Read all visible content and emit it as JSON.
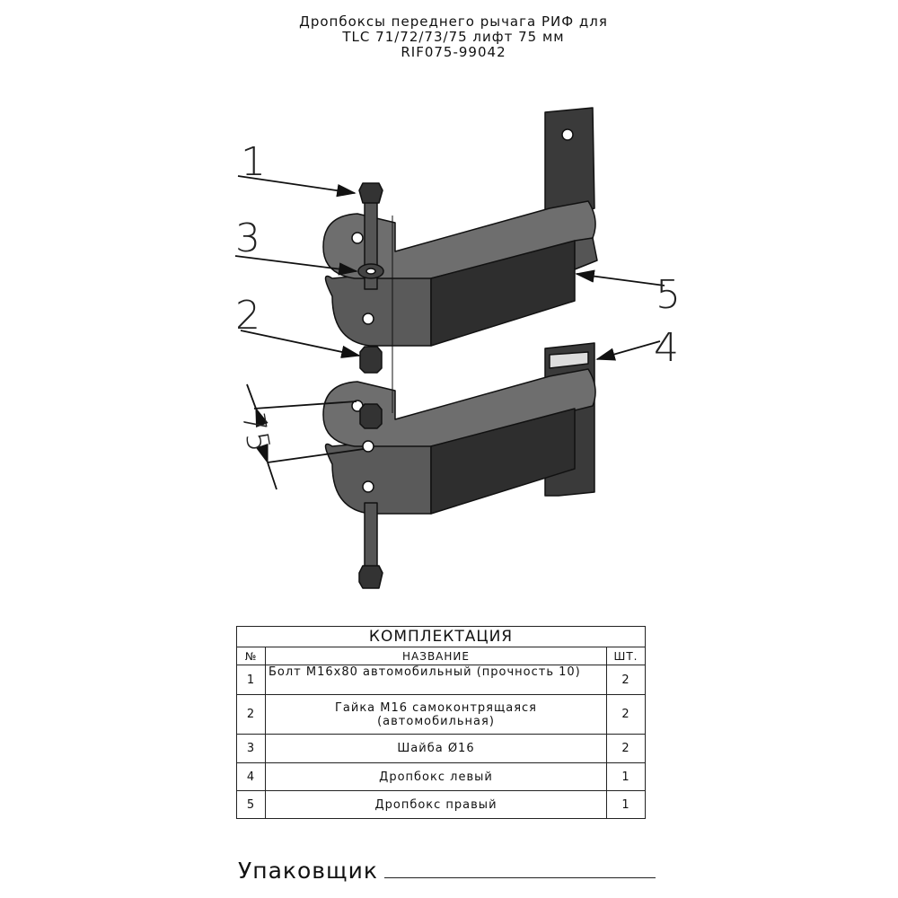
{
  "header": {
    "title_line1": "Дропбоксы переднего рычага РИФ для",
    "title_line2": "TLC 71/72/73/75 лифт 75 мм",
    "part_number": "RIF075-99042"
  },
  "drawing": {
    "callouts": [
      "1",
      "2",
      "3",
      "4",
      "5"
    ],
    "dimension": "75"
  },
  "table": {
    "title": "КОМПЛЕКТАЦИЯ",
    "headers": {
      "num": "№",
      "name": "НАЗВАНИЕ",
      "qty": "ШТ."
    },
    "rows": [
      {
        "num": "1",
        "name": "Болт М16х80 автомобильный (прочность 10)",
        "qty": "2"
      },
      {
        "num": "2",
        "name": "Гайка М16 самоконтрящаяся",
        "name2": "(автомобильная)",
        "qty": "2"
      },
      {
        "num": "3",
        "name": "Шайба Ø16",
        "qty": "2"
      },
      {
        "num": "4",
        "name": "Дропбокс левый",
        "qty": "1"
      },
      {
        "num": "5",
        "name": "Дропбокс правый",
        "qty": "1"
      }
    ]
  },
  "footer": {
    "packer_label": "Упаковщик"
  }
}
